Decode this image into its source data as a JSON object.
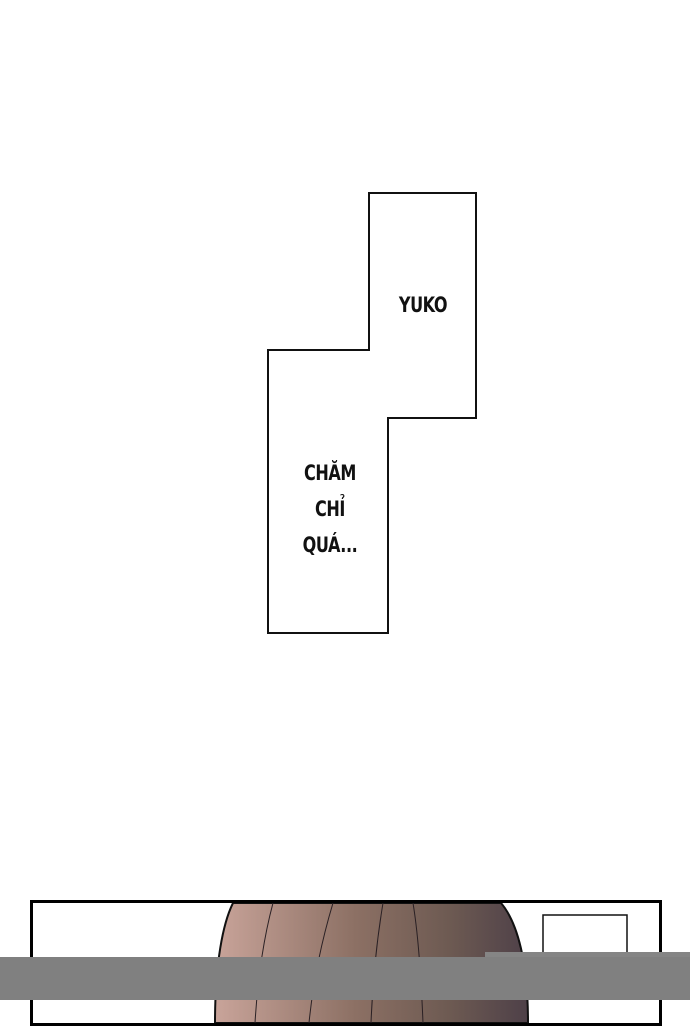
{
  "speech_bubble": {
    "speaker_label": "YUKO",
    "lines": [
      "CHĂM",
      "CHỈ",
      "QUÁ..."
    ]
  },
  "colors": {
    "background": "#ffffff",
    "outline": "#111111",
    "hair": "#8a6f66",
    "overlay_bar": "#808080"
  }
}
